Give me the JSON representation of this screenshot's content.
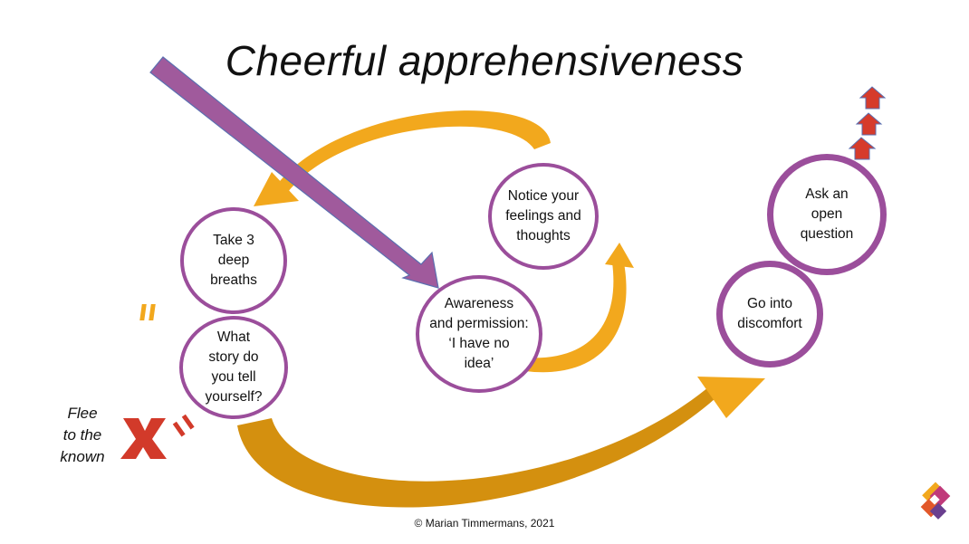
{
  "title": "Cheerful apprehensiveness",
  "nodes": {
    "take_breaths": "Take 3\ndeep\nbreaths",
    "what_story": "What\nstory do\nyou tell\nyourself?",
    "notice": "Notice your\nfeelings and\nthoughts",
    "awareness": "Awareness\nand permission:\n‘I have no\nidea’",
    "go_into": "Go into\ndiscomfort",
    "ask": "Ask an\nopen\nquestion"
  },
  "flee_label": "Flee\nto the\nknown",
  "copyright": "© Marian Timmermans, 2021",
  "colors": {
    "circle_border": "#9b4e9b",
    "curved_arrow": "#f2a81d",
    "curved_arrow_dark": "#d08a10",
    "big_arrow": "#a05a9c",
    "big_arrow_outline": "#5b6fb0",
    "cross": "#d23a2a",
    "up_arrows": "#d63b2b",
    "up_arrows_outline": "#5b6fb0",
    "quote_top": "#f2a81d",
    "quote_bottom": "#d23a2a"
  }
}
